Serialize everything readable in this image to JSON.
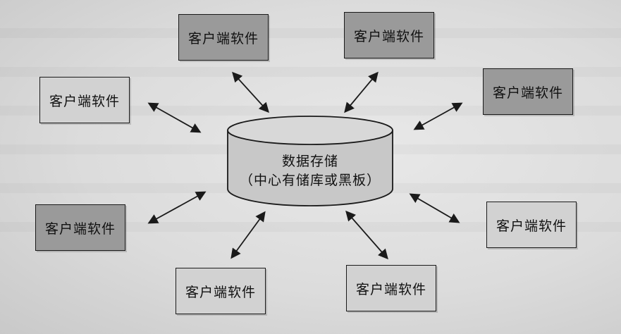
{
  "central_store": {
    "title": "数据存储",
    "subtitle": "（中心有储库或黑板）"
  },
  "clients": [
    {
      "label": "客户端软件"
    },
    {
      "label": "客户端软件"
    },
    {
      "label": "客户端软件"
    },
    {
      "label": "客户端软件"
    },
    {
      "label": "客户端软件"
    },
    {
      "label": "客户端软件"
    },
    {
      "label": "客户端软件"
    },
    {
      "label": "客户端软件"
    }
  ],
  "colors": {
    "box_dark": "#9a9a9a",
    "box_light": "#d2d2d2",
    "cylinder_fill": "#c8c8c8",
    "line": "#1a1a1a"
  },
  "icons": [
    "double-headed-arrow"
  ]
}
